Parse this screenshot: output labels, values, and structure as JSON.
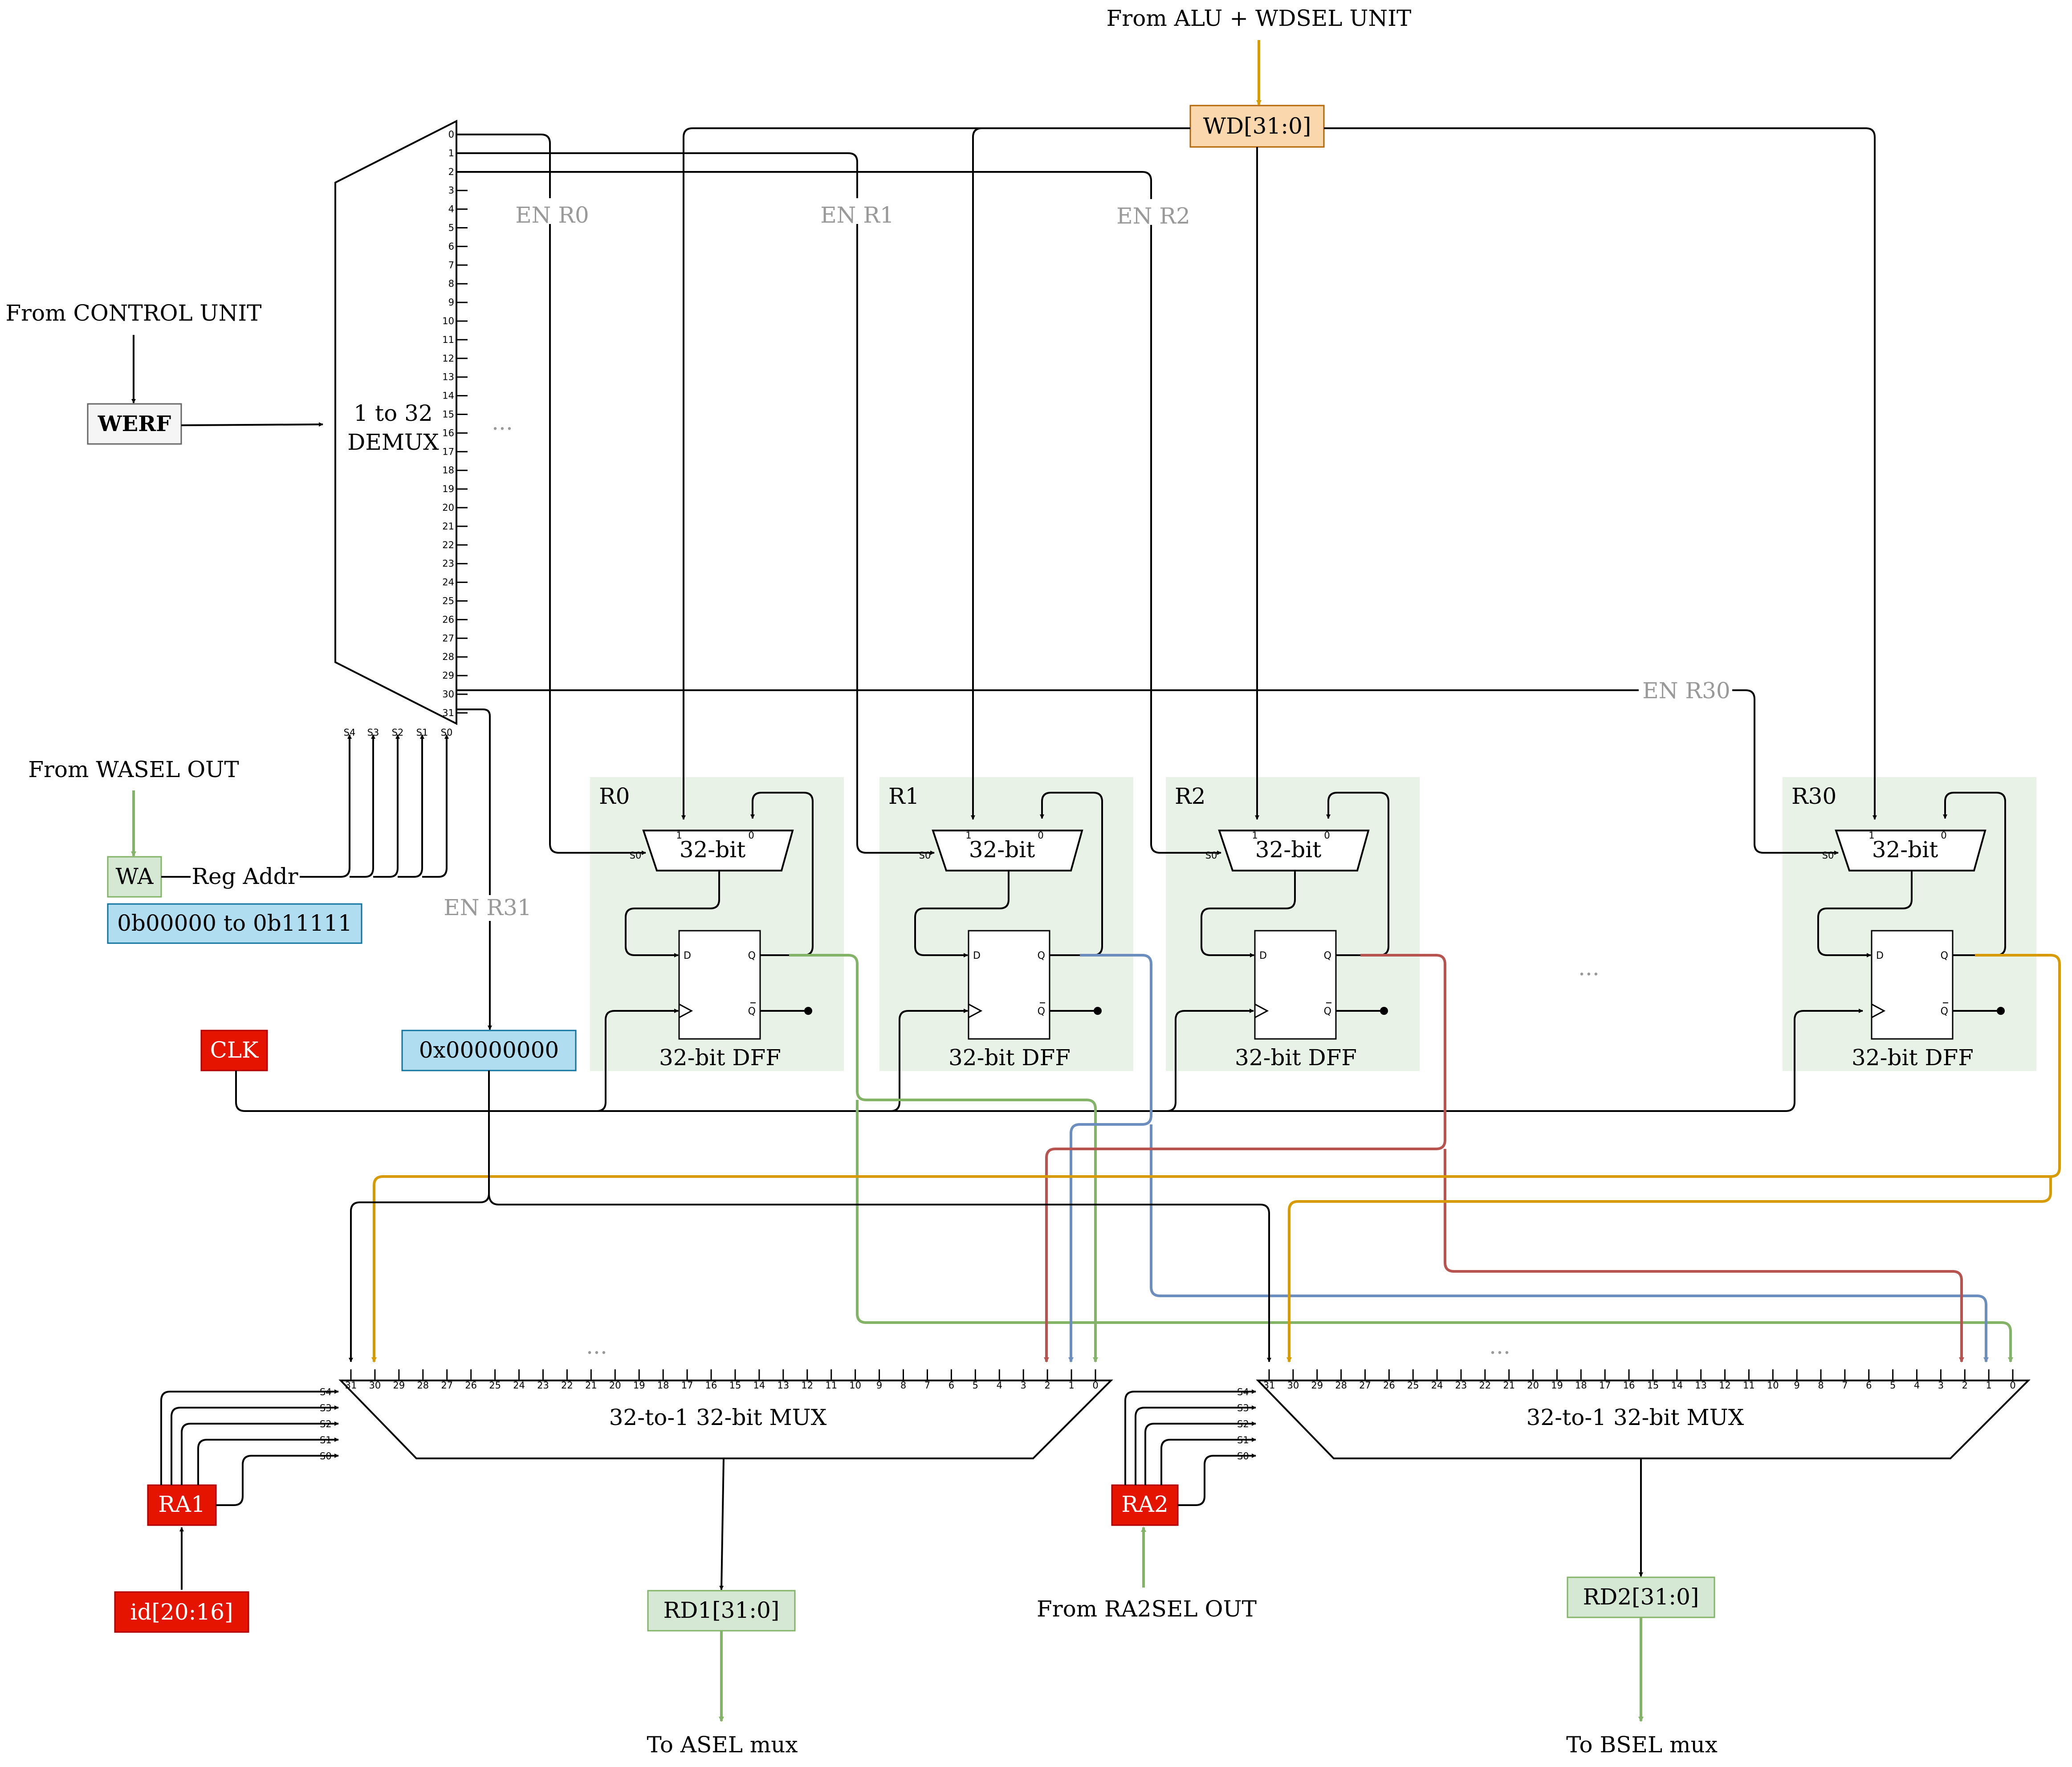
{
  "sources": {
    "alu": "From ALU + WDSEL UNIT",
    "control_unit": "From CONTROL UNIT",
    "wasel": "From WASEL OUT",
    "ra2sel": "From RA2SEL OUT",
    "reg_addr": "Reg Addr"
  },
  "boxes": {
    "wd": "WD[31:0]",
    "werf": "WERF",
    "wa": "WA",
    "wa_range": "0b00000 to 0b11111",
    "clk": "CLK",
    "zero": "0x00000000",
    "ra1": "RA1",
    "ra2": "RA2",
    "id": "id[20:16]",
    "rd1": "RD1[31:0]",
    "rd2": "RD2[31:0]"
  },
  "demux": {
    "label_line1": "1 to 32",
    "label_line2": "DEMUX",
    "outputs": [
      "0",
      "1",
      "2",
      "3",
      "4",
      "5",
      "6",
      "7",
      "8",
      "9",
      "10",
      "11",
      "12",
      "13",
      "14",
      "15",
      "16",
      "17",
      "18",
      "19",
      "20",
      "21",
      "22",
      "23",
      "24",
      "25",
      "26",
      "27",
      "28",
      "29",
      "30",
      "31"
    ],
    "selects": [
      "S4",
      "S3",
      "S2",
      "S1",
      "S0"
    ],
    "ellipsis": "..."
  },
  "enables": {
    "r0": "EN R0",
    "r1": "EN R1",
    "r2": "EN R2",
    "r30": "EN R30",
    "r31": "EN R31"
  },
  "registers": [
    {
      "name": "R0",
      "mux": "32-bit",
      "dff": "32-bit DFF"
    },
    {
      "name": "R1",
      "mux": "32-bit",
      "dff": "32-bit DFF"
    },
    {
      "name": "R2",
      "mux": "32-bit",
      "dff": "32-bit DFF"
    },
    {
      "name": "R30",
      "mux": "32-bit",
      "dff": "32-bit DFF"
    }
  ],
  "reg_pins": {
    "in1": "1",
    "in0": "0",
    "sel": "S0",
    "d": "D",
    "q": "Q",
    "qbar": "Q"
  },
  "middle_ellipsis": "...",
  "read_mux": {
    "label": "32-to-1 32-bit MUX",
    "inputs": [
      "31",
      "30",
      "29",
      "28",
      "27",
      "26",
      "25",
      "24",
      "23",
      "22",
      "21",
      "20",
      "19",
      "18",
      "17",
      "16",
      "15",
      "14",
      "13",
      "12",
      "11",
      "10",
      "9",
      "8",
      "7",
      "6",
      "5",
      "4",
      "3",
      "2",
      "1",
      "0"
    ],
    "selects": [
      "S4",
      "S3",
      "S2",
      "S1",
      "S0"
    ],
    "ellipsis": "..."
  },
  "destinations": {
    "asel": "To ASEL mux",
    "bsel": "To BSEL mux"
  },
  "colors": {
    "green_fill": "#d5e8d4",
    "green_stroke": "#82b366",
    "blue_fill": "#b1ddf0",
    "blue_stroke": "#10739e",
    "orange_fill": "#fad7ac",
    "orange_stroke": "#b46504",
    "red_fill": "#e51400",
    "red_stroke": "#b20000",
    "region_fill": "#e8f2e6",
    "wire_yellow": "#d79b00",
    "wire_red": "#b85450",
    "wire_blue": "#6c8ebf",
    "wire_green": "#82b366"
  }
}
